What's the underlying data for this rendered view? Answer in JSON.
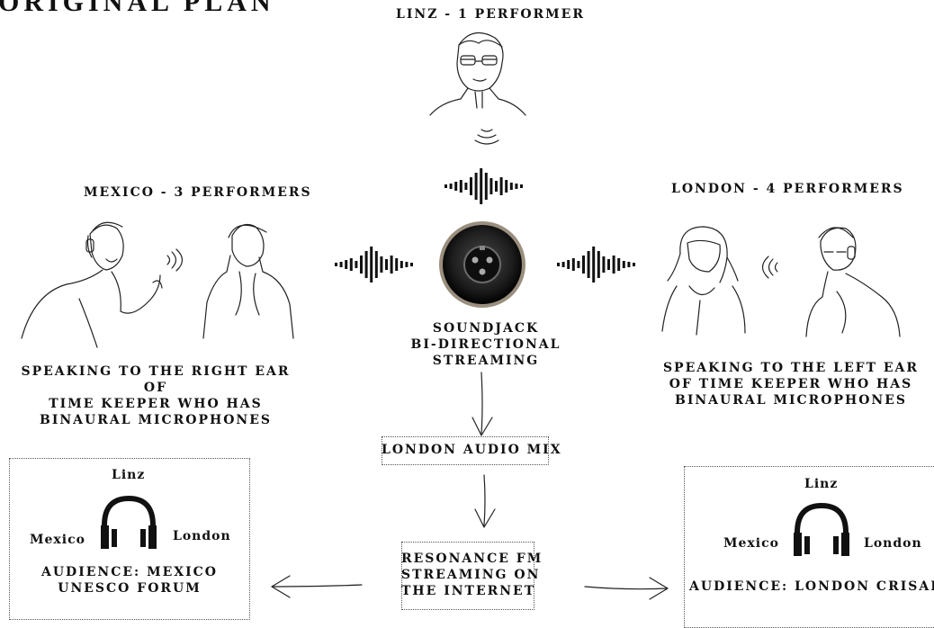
{
  "title": "ORIGINAL PLAN",
  "linz": {
    "label": "LINZ - 1 PERFORMER"
  },
  "mexico": {
    "label": "MEXICO - 3 PERFORMERS",
    "caption": [
      "SPEAKING TO THE RIGHT EAR OF",
      "TIME KEEPER WHO HAS",
      "BINAURAL MICROPHONES"
    ]
  },
  "london": {
    "label": "LONDON - 4 PERFORMERS",
    "caption": [
      "SPEAKING TO THE LEFT EAR",
      "OF TIME KEEPER WHO HAS",
      "BINAURAL MICROPHONES"
    ]
  },
  "soundjack": {
    "caption": [
      "SOUNDJACK",
      "BI-DIRECTIONAL STREAMING"
    ]
  },
  "mix_box": {
    "label": "LONDON AUDIO MIX"
  },
  "resonance_box": {
    "lines": [
      "RESONANCE FM",
      "STREAMING ON",
      "THE INTERNET"
    ]
  },
  "audience_mexico": {
    "top": "Linz",
    "left": "Mexico",
    "right": "London",
    "lines": [
      "AUDIENCE: MEXICO",
      "UNESCO FORUM"
    ]
  },
  "audience_london": {
    "top": "Linz",
    "left": "Mexico",
    "right": "London",
    "lines": [
      "AUDIENCE: LONDON CRISAP"
    ]
  }
}
